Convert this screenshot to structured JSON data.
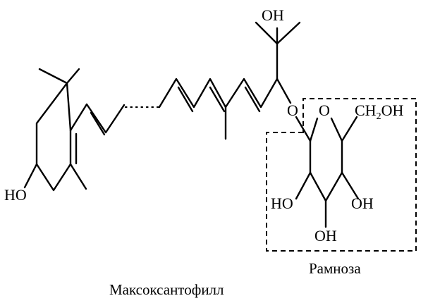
{
  "molecule": {
    "compound_name": "Максоксантофилл",
    "sugar_name": "Рамноза",
    "atoms": {
      "oh_top": "OH",
      "ho_left": "HO",
      "bridge_o": "O",
      "ring_o": "O",
      "ch2oh_prefix": "CH",
      "ch2oh_sub": "2",
      "ch2oh_suffix": "OH",
      "ho_sugar_left": "HO",
      "oh_sugar_right": "OH",
      "oh_sugar_bottom": "OH"
    }
  }
}
